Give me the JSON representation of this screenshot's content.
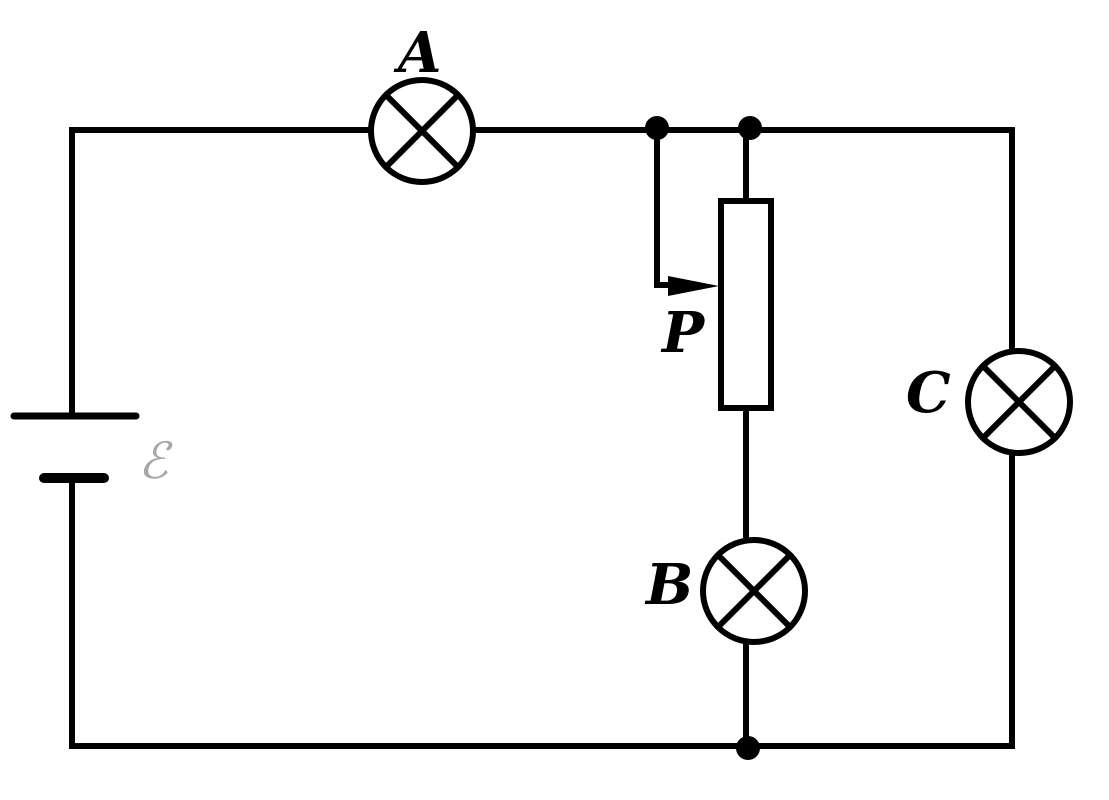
{
  "diagram": {
    "labels": {
      "lamp_a": "A",
      "lamp_b": "B",
      "lamp_c": "C",
      "slider": "P",
      "emf": "ℰ"
    },
    "icons": {
      "lamp": "lamp-icon",
      "battery": "battery-icon",
      "rheostat": "rheostat-icon",
      "junction": "junction-dot"
    },
    "colors": {
      "line": "#000000",
      "background": "#ffffff"
    }
  }
}
